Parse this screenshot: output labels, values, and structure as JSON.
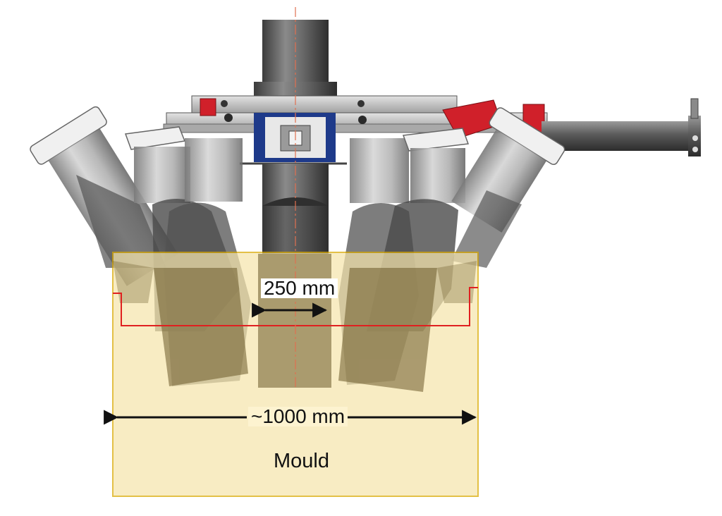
{
  "annotations": {
    "inner_gap": "250 mm",
    "mould_width": "~1000 mm",
    "mould_label": "Mould"
  },
  "colors": {
    "mould_fill": "#f6e6ad",
    "mould_outline": "#d9a800",
    "section_line": "#e02020",
    "nozzle_steel": "#6f6f6f",
    "nozzle_dark": "#3a3a3a",
    "frame_blue": "#1e3a8a",
    "actuator_red": "#d0202a"
  },
  "icons": [
    "double-arrow-icon",
    "crosshair-marker-icon"
  ]
}
